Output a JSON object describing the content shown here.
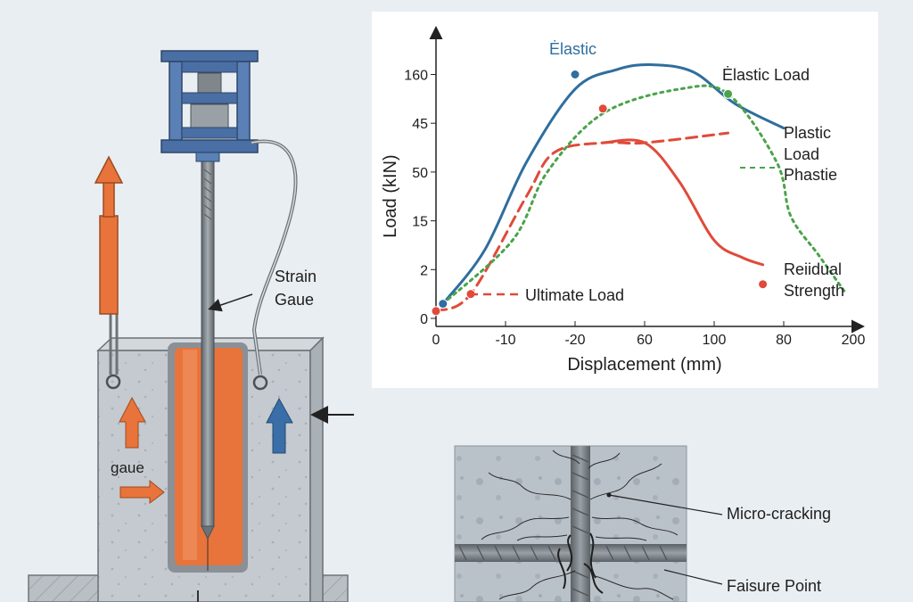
{
  "colors": {
    "background": "#e9eef2",
    "steel_blue": "#4a6fa5",
    "orange": "#e8743b",
    "concrete": "#c3c9ce",
    "elastic_curve": "#2f6e9e",
    "red_curve": "#e04a3a",
    "green_curve": "#4aa34a"
  },
  "apparatus": {
    "strain_gauge_label_line1": "Strain",
    "strain_gauge_label_line2": "Gaue",
    "gauge_label": "gaue"
  },
  "detail": {
    "micro_cracking_label": "Micro-cracking",
    "failure_point_label": "Faisure Point"
  },
  "chart_data": {
    "type": "line",
    "xlabel": "Displacement (mm)",
    "ylabel": "Load (kIN)",
    "x_tick_labels": [
      "0",
      "-10",
      "-20",
      "60",
      "100",
      "80",
      "200"
    ],
    "y_tick_labels": [
      "0",
      "2",
      "15",
      "50",
      "45",
      "160"
    ],
    "annotations": {
      "elastic": "Ėlastic",
      "elastic_load": "Ėlastic Load",
      "plastic_load_line1": "Plastic",
      "plastic_load_line2": "Load",
      "plastic": "Phastie",
      "residual_line1": "Reiidual",
      "residual_line2": "Strength",
      "ultimate_load": "Ultimate Load"
    },
    "series": [
      {
        "style": "solid-blue",
        "points": [
          [
            0.1,
            0.3
          ],
          [
            0.7,
            1.4
          ],
          [
            1.3,
            3.2
          ],
          [
            2.0,
            4.7
          ],
          [
            2.6,
            5.1
          ],
          [
            3.1,
            5.2
          ],
          [
            3.7,
            5.05
          ],
          [
            4.3,
            4.4
          ],
          [
            5.0,
            3.9
          ]
        ]
      },
      {
        "style": "dashed-red",
        "points": [
          [
            0.0,
            0.15
          ],
          [
            0.5,
            0.5
          ],
          [
            1.3,
            2.5
          ],
          [
            1.7,
            3.4
          ],
          [
            2.4,
            3.6
          ],
          [
            3.0,
            3.6
          ],
          [
            4.2,
            3.8
          ]
        ]
      },
      {
        "style": "solid-red",
        "points": [
          [
            2.4,
            3.6
          ],
          [
            3.0,
            3.6
          ],
          [
            3.5,
            2.8
          ],
          [
            4.0,
            1.6
          ],
          [
            4.4,
            1.25
          ],
          [
            4.7,
            1.1
          ]
        ]
      },
      {
        "style": "dotted-green",
        "points": [
          [
            0.1,
            0.3
          ],
          [
            1.1,
            1.6
          ],
          [
            1.6,
            3.0
          ],
          [
            2.4,
            4.2
          ],
          [
            3.5,
            4.7
          ],
          [
            4.2,
            4.6
          ],
          [
            4.9,
            3.2
          ],
          [
            5.1,
            2.1
          ],
          [
            5.5,
            1.3
          ],
          [
            5.9,
            0.5
          ]
        ]
      }
    ],
    "markers": [
      {
        "x": 0.1,
        "y": 0.3,
        "color": "#2f6e9e"
      },
      {
        "x": 2.0,
        "y": 5.0,
        "color": "#2f6e9e"
      },
      {
        "x": 4.2,
        "y": 4.6,
        "color": "#4aa34a"
      },
      {
        "x": 2.4,
        "y": 4.3,
        "color": "#e04a3a"
      },
      {
        "x": 0.5,
        "y": 0.5,
        "color": "#e04a3a"
      },
      {
        "x": 0.0,
        "y": 0.15,
        "color": "#e04a3a"
      },
      {
        "x": 4.7,
        "y": 0.7,
        "color": "#e04a3a"
      }
    ],
    "x_range": [
      0,
      6
    ],
    "y_range": [
      0,
      6
    ],
    "grid": false
  }
}
